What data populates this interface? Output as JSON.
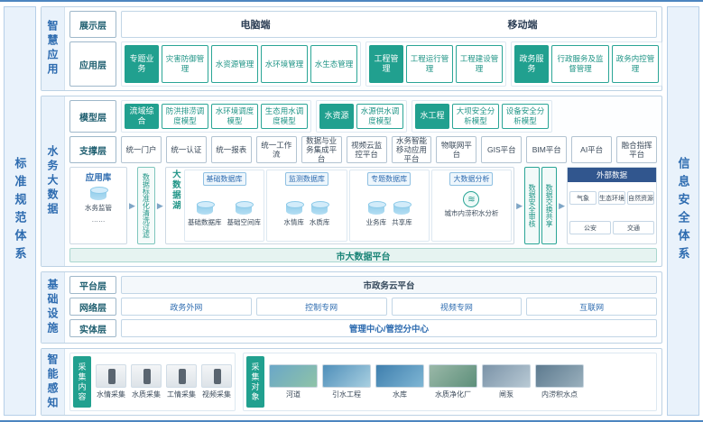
{
  "side": {
    "left": "标准规范体系",
    "right": "信息安全体系"
  },
  "icons": {
    "arrow": "▶",
    "analysis": "≋"
  },
  "app": {
    "label": "智慧应用",
    "display": {
      "layer": "展示层",
      "pc": "电脑端",
      "mobile": "移动端"
    },
    "app_layer": {
      "layer": "应用层",
      "groups": [
        {
          "head": "专题业务",
          "items": [
            "灾害防御管理",
            "水资源管理",
            "水环境管理",
            "水生态管理"
          ]
        },
        {
          "head": "工程管理",
          "items": [
            "工程运行管理",
            "工程建设管理"
          ]
        },
        {
          "head": "政务服务",
          "items": [
            "行政服务及监督管理",
            "政务内控管理"
          ]
        }
      ]
    }
  },
  "bigdata": {
    "label": "水务大数据",
    "model": {
      "layer": "模型层",
      "groups": [
        {
          "head": "流域综合",
          "items": [
            "防洪排涝调度模型",
            "水环境调度模型",
            "生态用水调度模型"
          ]
        },
        {
          "head": "水资源",
          "items": [
            "水源供水调度模型"
          ]
        },
        {
          "head": "水工程",
          "items": [
            "大坝安全分析模型",
            "设备安全分析模型"
          ]
        }
      ]
    },
    "support": {
      "layer": "支撑层",
      "items": [
        "统一门户",
        "统一认证",
        "统一报表",
        "统一工作流",
        "数据与业务集成平台",
        "视频云监控平台",
        "水务智能移动应用平台",
        "物联网平台",
        "GIS平台",
        "BIM平台",
        "AI平台",
        "融合指挥平台"
      ]
    },
    "flow": {
      "appdb": {
        "title": "应用库",
        "item": "水务监管",
        "more": "……"
      },
      "cleanse": "数据标准化清洗过滤",
      "lake": {
        "title": "大数据湖",
        "groups": [
          {
            "head": "基础数据库",
            "dbs": [
              "基础数据库",
              "基础空间库"
            ]
          },
          {
            "head": "监测数据库",
            "dbs": [
              "水情库",
              "水质库"
            ]
          },
          {
            "head": "专题数据库",
            "dbs": [
              "业务库",
              "共享库"
            ]
          }
        ],
        "analysis": {
          "head": "大数据分析",
          "item": "城市内涝积水分析"
        }
      },
      "audit": "数据安全审核",
      "exchange": "数据交换共享",
      "external": {
        "head": "外部数据",
        "items": [
          "气象",
          "生态环境",
          "自然资源",
          "公安",
          "交通"
        ]
      }
    },
    "platform": "市大数据平台"
  },
  "infra": {
    "label": "基础设施",
    "platform": {
      "layer": "平台层",
      "item": "市政务云平台"
    },
    "network": {
      "layer": "网络层",
      "items": [
        "政务外网",
        "控制专网",
        "视频专网",
        "互联网"
      ]
    },
    "entity": {
      "layer": "实体层",
      "item": "管理中心/管控分中心"
    }
  },
  "sense": {
    "label": "智能感知",
    "content": {
      "head": "采集内容",
      "items": [
        "水情采集",
        "水质采集",
        "工情采集",
        "视频采集"
      ]
    },
    "target": {
      "head": "采集对象",
      "items": [
        "河道",
        "引水工程",
        "水库",
        "水质净化厂",
        "闸泵",
        "内涝积水点"
      ]
    }
  }
}
